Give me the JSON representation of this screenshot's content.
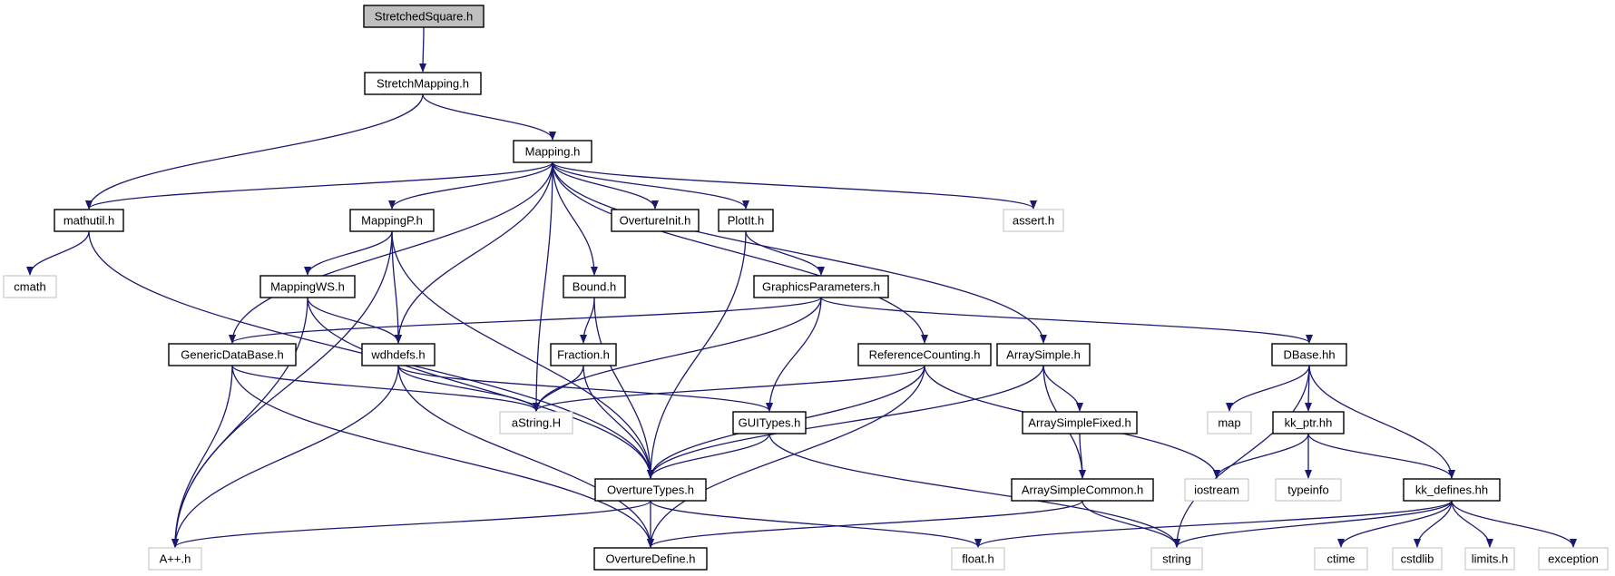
{
  "colors": {
    "edge": "#191970",
    "node_border_local": "#000000",
    "node_border_external": "#bfbfbf",
    "root_fill": "#bfbfbf",
    "node_fill": "#ffffff"
  },
  "nodes": [
    {
      "id": "n_stretchedsquare",
      "label": "StretchedSquare.h",
      "kind": "root"
    },
    {
      "id": "n_stretchmapping",
      "label": "StretchMapping.h",
      "kind": "local"
    },
    {
      "id": "n_mapping",
      "label": "Mapping.h",
      "kind": "local"
    },
    {
      "id": "n_mathutil",
      "label": "mathutil.h",
      "kind": "local"
    },
    {
      "id": "n_mappingp",
      "label": "MappingP.h",
      "kind": "local"
    },
    {
      "id": "n_overtureinit",
      "label": "OvertureInit.h",
      "kind": "local"
    },
    {
      "id": "n_plotit",
      "label": "PlotIt.h",
      "kind": "local"
    },
    {
      "id": "n_assert",
      "label": "assert.h",
      "kind": "external"
    },
    {
      "id": "n_cmath",
      "label": "cmath",
      "kind": "external"
    },
    {
      "id": "n_mappingws",
      "label": "MappingWS.h",
      "kind": "local"
    },
    {
      "id": "n_bound",
      "label": "Bound.h",
      "kind": "local"
    },
    {
      "id": "n_graphicsparameters",
      "label": "GraphicsParameters.h",
      "kind": "local"
    },
    {
      "id": "n_genericdatabase",
      "label": "GenericDataBase.h",
      "kind": "local"
    },
    {
      "id": "n_wdhdefs",
      "label": "wdhdefs.h",
      "kind": "local"
    },
    {
      "id": "n_fraction",
      "label": "Fraction.h",
      "kind": "local"
    },
    {
      "id": "n_referencecounting",
      "label": "ReferenceCounting.h",
      "kind": "local"
    },
    {
      "id": "n_arraysimple",
      "label": "ArraySimple.h",
      "kind": "local"
    },
    {
      "id": "n_dbase",
      "label": "DBase.hh",
      "kind": "local"
    },
    {
      "id": "n_astring",
      "label": "aString.H",
      "kind": "external"
    },
    {
      "id": "n_guitypes",
      "label": "GUITypes.h",
      "kind": "local"
    },
    {
      "id": "n_arraysimplefixed",
      "label": "ArraySimpleFixed.h",
      "kind": "local"
    },
    {
      "id": "n_map",
      "label": "map",
      "kind": "external"
    },
    {
      "id": "n_kkptr",
      "label": "kk_ptr.hh",
      "kind": "local"
    },
    {
      "id": "n_overturetypes",
      "label": "OvertureTypes.h",
      "kind": "local"
    },
    {
      "id": "n_arraysimplecommon",
      "label": "ArraySimpleCommon.h",
      "kind": "local"
    },
    {
      "id": "n_iostream",
      "label": "iostream",
      "kind": "external"
    },
    {
      "id": "n_typeinfo",
      "label": "typeinfo",
      "kind": "external"
    },
    {
      "id": "n_kkdefines",
      "label": "kk_defines.hh",
      "kind": "local"
    },
    {
      "id": "n_app",
      "label": "A++.h",
      "kind": "external"
    },
    {
      "id": "n_overturedefine",
      "label": "OvertureDefine.h",
      "kind": "local"
    },
    {
      "id": "n_float",
      "label": "float.h",
      "kind": "external"
    },
    {
      "id": "n_string",
      "label": "string",
      "kind": "external"
    },
    {
      "id": "n_ctime",
      "label": "ctime",
      "kind": "external"
    },
    {
      "id": "n_cstdlib",
      "label": "cstdlib",
      "kind": "external"
    },
    {
      "id": "n_limits",
      "label": "limits.h",
      "kind": "external"
    },
    {
      "id": "n_exception",
      "label": "exception",
      "kind": "external"
    }
  ],
  "edges": [
    [
      "n_stretchedsquare",
      "n_stretchmapping"
    ],
    [
      "n_stretchmapping",
      "n_mapping"
    ],
    [
      "n_stretchmapping",
      "n_mathutil"
    ],
    [
      "n_mapping",
      "n_mathutil"
    ],
    [
      "n_mapping",
      "n_mappingp"
    ],
    [
      "n_mapping",
      "n_overtureinit"
    ],
    [
      "n_mapping",
      "n_plotit"
    ],
    [
      "n_mapping",
      "n_assert"
    ],
    [
      "n_mapping",
      "n_bound"
    ],
    [
      "n_mapping",
      "n_genericdatabase"
    ],
    [
      "n_mapping",
      "n_wdhdefs"
    ],
    [
      "n_mapping",
      "n_astring"
    ],
    [
      "n_mapping",
      "n_referencecounting"
    ],
    [
      "n_mapping",
      "n_arraysimple"
    ],
    [
      "n_mathutil",
      "n_cmath"
    ],
    [
      "n_mathutil",
      "n_overturetypes"
    ],
    [
      "n_mappingp",
      "n_mappingws"
    ],
    [
      "n_mappingp",
      "n_wdhdefs"
    ],
    [
      "n_mappingp",
      "n_overturetypes"
    ],
    [
      "n_mappingp",
      "n_app"
    ],
    [
      "n_plotit",
      "n_graphicsparameters"
    ],
    [
      "n_plotit",
      "n_overturetypes"
    ],
    [
      "n_mappingws",
      "n_wdhdefs"
    ],
    [
      "n_mappingws",
      "n_overturetypes"
    ],
    [
      "n_mappingws",
      "n_app"
    ],
    [
      "n_bound",
      "n_fraction"
    ],
    [
      "n_bound",
      "n_overturetypes"
    ],
    [
      "n_graphicsparameters",
      "n_genericdatabase"
    ],
    [
      "n_graphicsparameters",
      "n_astring"
    ],
    [
      "n_graphicsparameters",
      "n_guitypes"
    ],
    [
      "n_graphicsparameters",
      "n_dbase"
    ],
    [
      "n_genericdatabase",
      "n_astring"
    ],
    [
      "n_genericdatabase",
      "n_app"
    ],
    [
      "n_genericdatabase",
      "n_overturedefine"
    ],
    [
      "n_wdhdefs",
      "n_astring"
    ],
    [
      "n_wdhdefs",
      "n_guitypes"
    ],
    [
      "n_wdhdefs",
      "n_app"
    ],
    [
      "n_wdhdefs",
      "n_overturedefine"
    ],
    [
      "n_fraction",
      "n_astring"
    ],
    [
      "n_fraction",
      "n_overturetypes"
    ],
    [
      "n_referencecounting",
      "n_astring"
    ],
    [
      "n_referencecounting",
      "n_overturetypes"
    ],
    [
      "n_referencecounting",
      "n_overturedefine"
    ],
    [
      "n_referencecounting",
      "n_iostream"
    ],
    [
      "n_arraysimple",
      "n_arraysimplefixed"
    ],
    [
      "n_arraysimple",
      "n_arraysimplecommon"
    ],
    [
      "n_arraysimple",
      "n_overturetypes"
    ],
    [
      "n_dbase",
      "n_map"
    ],
    [
      "n_dbase",
      "n_kkptr"
    ],
    [
      "n_dbase",
      "n_kkdefines"
    ],
    [
      "n_dbase",
      "n_string"
    ],
    [
      "n_guitypes",
      "n_overturetypes"
    ],
    [
      "n_guitypes",
      "n_string"
    ],
    [
      "n_arraysimplefixed",
      "n_arraysimplecommon"
    ],
    [
      "n_kkptr",
      "n_iostream"
    ],
    [
      "n_kkptr",
      "n_typeinfo"
    ],
    [
      "n_kkptr",
      "n_kkdefines"
    ],
    [
      "n_overturetypes",
      "n_app"
    ],
    [
      "n_overturetypes",
      "n_overturedefine"
    ],
    [
      "n_overturetypes",
      "n_float"
    ],
    [
      "n_arraysimplecommon",
      "n_overturedefine"
    ],
    [
      "n_arraysimplecommon",
      "n_string"
    ],
    [
      "n_kkdefines",
      "n_float"
    ],
    [
      "n_kkdefines",
      "n_string"
    ],
    [
      "n_kkdefines",
      "n_ctime"
    ],
    [
      "n_kkdefines",
      "n_cstdlib"
    ],
    [
      "n_kkdefines",
      "n_limits"
    ],
    [
      "n_kkdefines",
      "n_exception"
    ]
  ]
}
